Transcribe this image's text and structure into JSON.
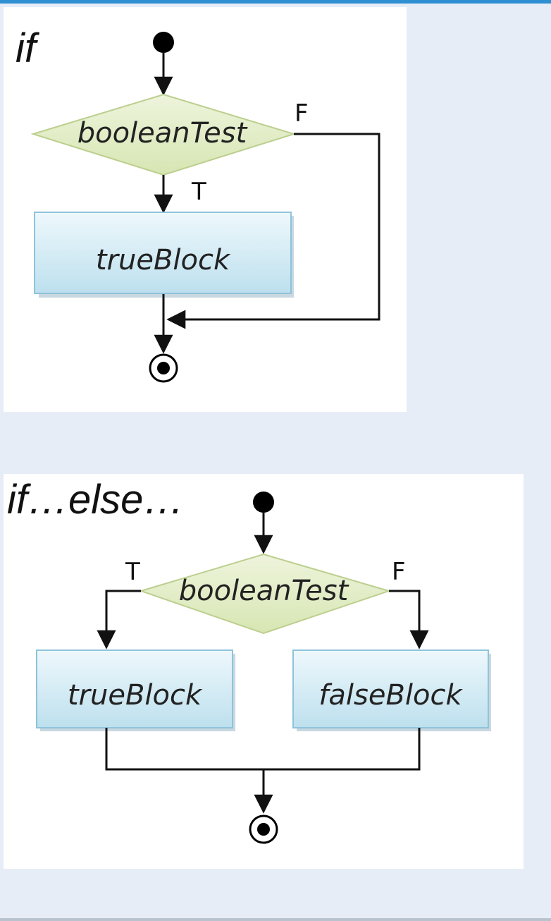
{
  "diagrams": {
    "if": {
      "title": "if",
      "decision": "booleanTest",
      "true_block": "trueBlock",
      "true_label": "T",
      "false_label": "F"
    },
    "if_else": {
      "title": "if…else…",
      "decision": "booleanTest",
      "true_block": "trueBlock",
      "false_block": "falseBlock",
      "true_label": "T",
      "false_label": "F"
    }
  },
  "colors": {
    "background": "#e6edf7",
    "panel": "#ffffff",
    "accent_bar": "#2e8fd3",
    "decision_fill": "#e3edc8",
    "decision_stroke": "#b8cc8a",
    "block_fill_top": "#eaf6fb",
    "block_fill_bottom": "#bfe1ef",
    "block_stroke": "#8cc3dc",
    "line": "#111111"
  }
}
